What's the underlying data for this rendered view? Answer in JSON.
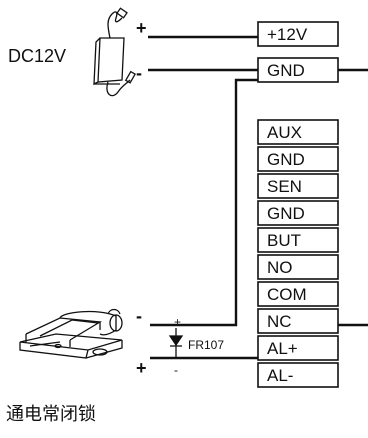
{
  "power": {
    "label": "DC12V",
    "plus": "+",
    "minus": "-"
  },
  "terminals": [
    "+12V",
    "GND",
    "AUX",
    "GND",
    "SEN",
    "GND",
    "BUT",
    "NO",
    "COM",
    "NC",
    "AL+",
    "AL-"
  ],
  "diode": {
    "label": "FR107",
    "plus": "+",
    "minus": "-"
  },
  "lock": {
    "label": "通电常闭锁",
    "minus": "-",
    "plus": "+"
  },
  "colors": {
    "line": "#111111",
    "background": "#ffffff"
  }
}
